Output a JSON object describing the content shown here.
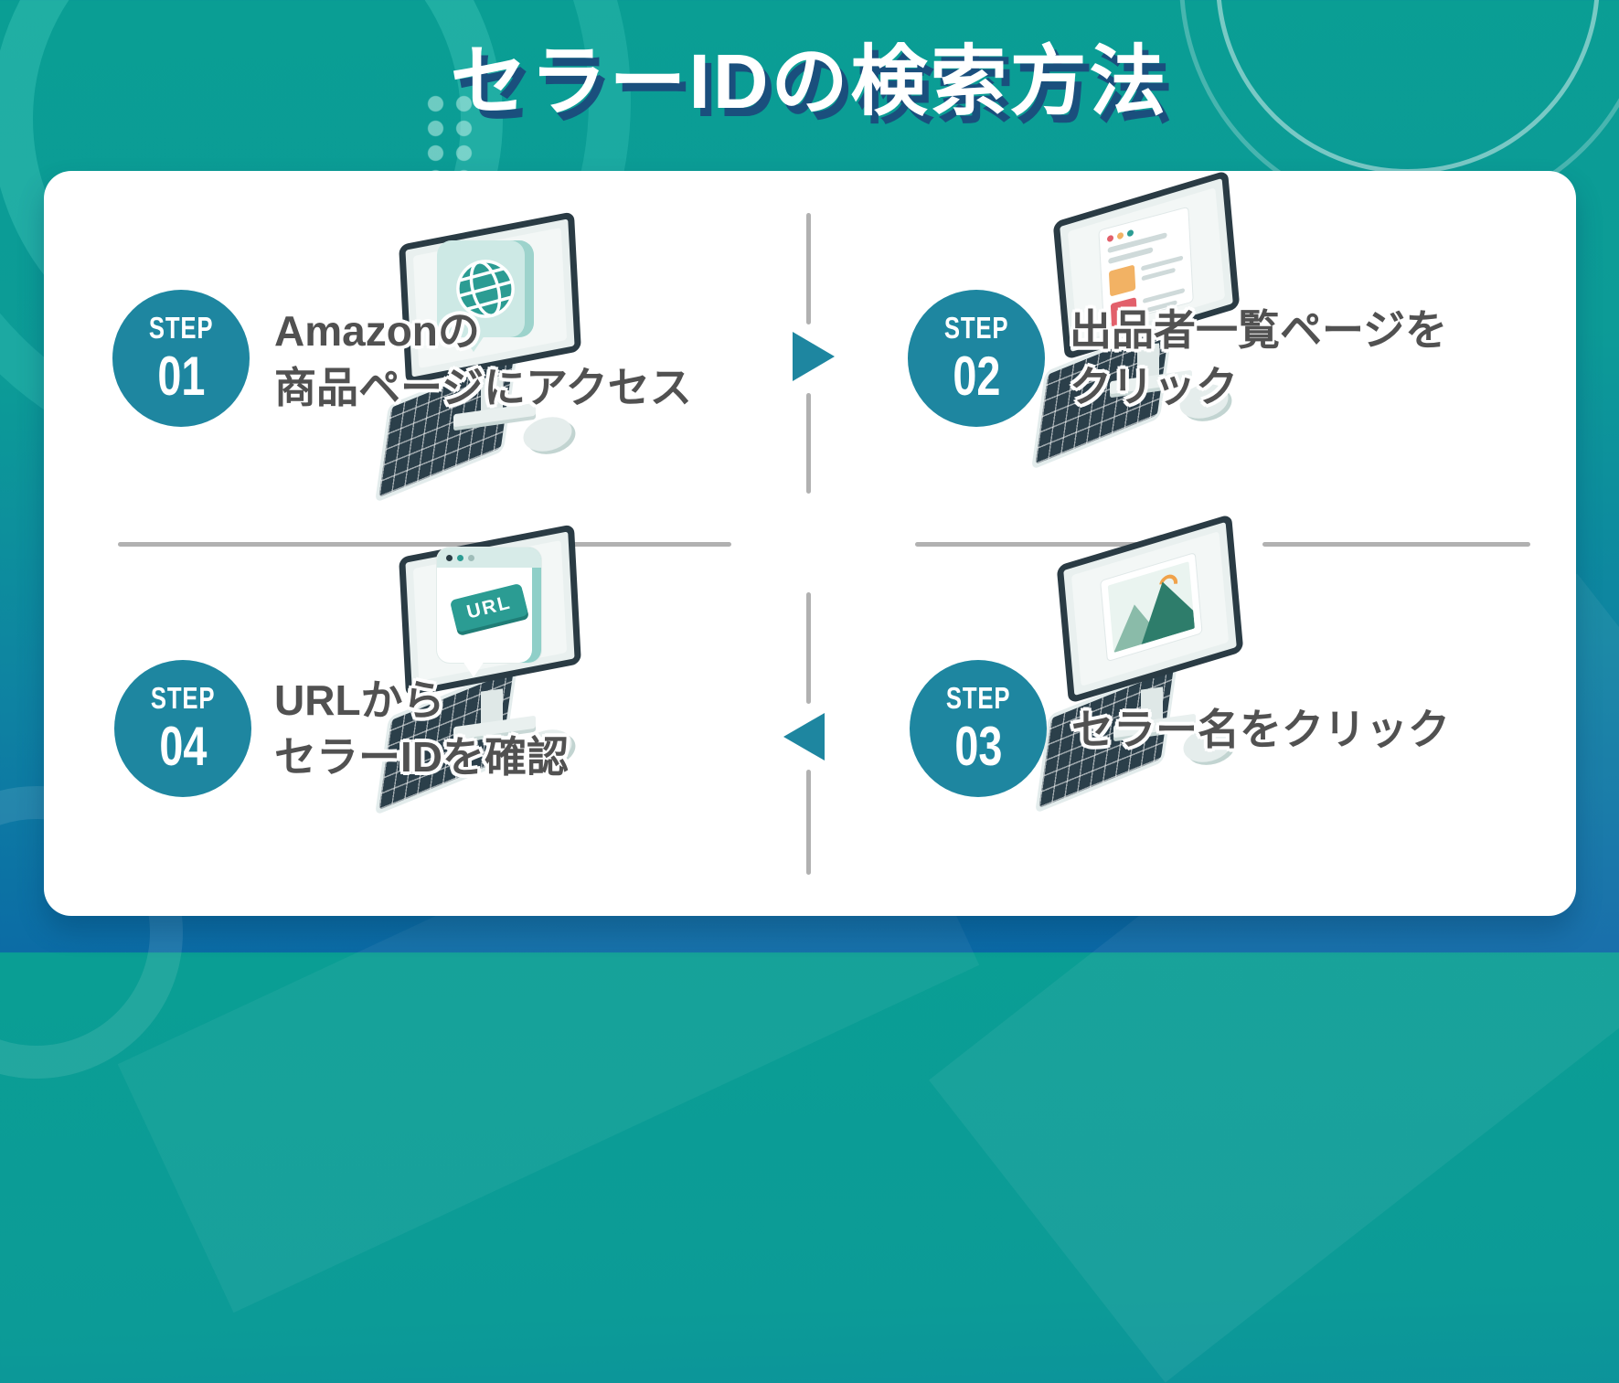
{
  "title": {
    "text": "セラーIDの検索方法"
  },
  "steps": [
    {
      "label": "STEP",
      "number": "01",
      "lines": [
        "Amazonの",
        "商品ページにアクセス"
      ]
    },
    {
      "label": "STEP",
      "number": "02",
      "lines": [
        "出品者一覧ページを",
        "クリック"
      ]
    },
    {
      "label": "STEP",
      "number": "03",
      "lines": [
        "セラー名をクリック"
      ]
    },
    {
      "label": "STEP",
      "number": "04",
      "lines": [
        "URLから",
        "セラーIDを確認"
      ]
    }
  ],
  "illustrations": {
    "url_label": "URL"
  },
  "colors": {
    "accent_teal": "#1e86a0",
    "background_green": "#0a9e94",
    "background_blue": "#0b67a6",
    "card_background": "#ffffff",
    "step_text_gray": "#515151",
    "divider_gray": "#b1b1b1",
    "title_white": "#ffffff",
    "title_shadow_navy": "#1a4f7d",
    "illustration_dark": "#2a3b44",
    "illustration_teal": "#2b9c93",
    "illustration_mint": "#cde9e5",
    "accent_orange": "#f2b264",
    "accent_red": "#e2606b"
  }
}
